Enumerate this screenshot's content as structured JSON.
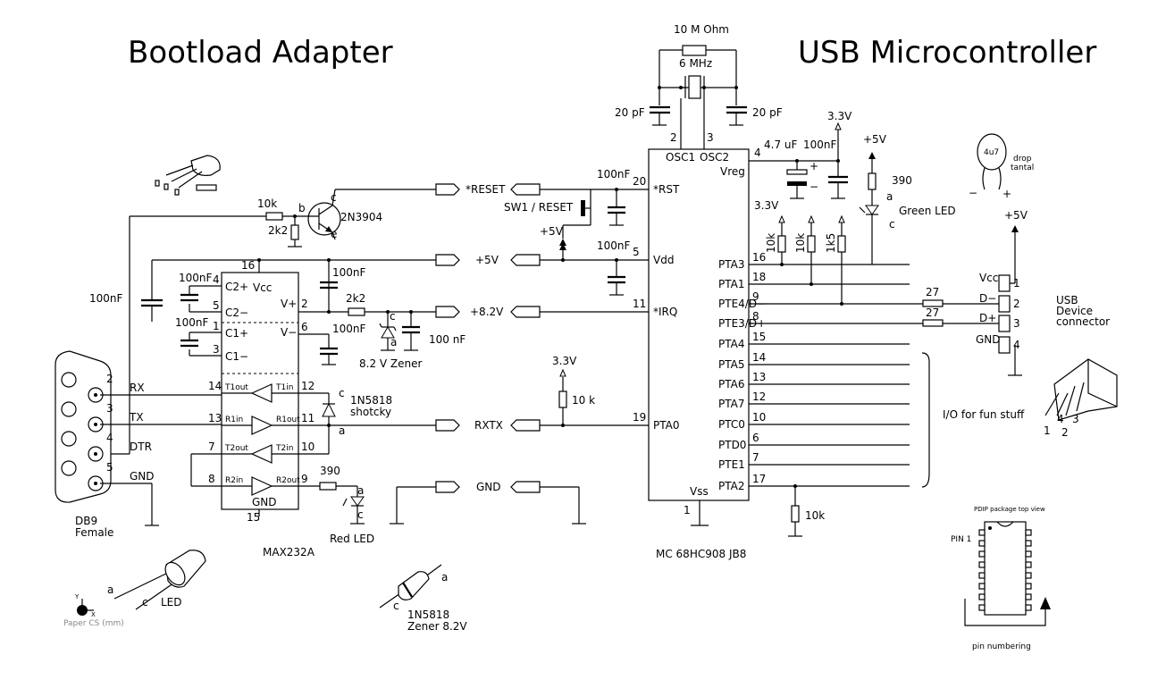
{
  "titles": {
    "left": "Bootload Adapter",
    "right": "USB Microcontroller"
  },
  "mcu": {
    "name": "MC 68HC908 JB8",
    "pins_left": [
      {
        "num": "20",
        "name": "*RST"
      },
      {
        "num": "5",
        "name": "Vdd"
      },
      {
        "num": "11",
        "name": "*IRQ"
      },
      {
        "num": "19",
        "name": "PTA0"
      }
    ],
    "pins_top": [
      {
        "num": "2",
        "name": "OSC1"
      },
      {
        "num": "3",
        "name": "OSC2"
      }
    ],
    "pin_vreg": {
      "num": "4",
      "name": "Vreg"
    },
    "pin_vss": {
      "num": "1",
      "name": "Vss"
    },
    "pins_right": [
      {
        "num": "16",
        "name": "PTA3"
      },
      {
        "num": "18",
        "name": "PTA1"
      },
      {
        "num": "9",
        "name": "PTE4/D−"
      },
      {
        "num": "8",
        "name": "PTE3/D+"
      },
      {
        "num": "15",
        "name": "PTA4"
      },
      {
        "num": "14",
        "name": "PTA5"
      },
      {
        "num": "13",
        "name": "PTA6"
      },
      {
        "num": "12",
        "name": "PTA7"
      },
      {
        "num": "10",
        "name": "PTC0"
      },
      {
        "num": "6",
        "name": "PTD0"
      },
      {
        "num": "7",
        "name": "PTE1"
      },
      {
        "num": "17",
        "name": "PTA2"
      }
    ]
  },
  "max232": {
    "name": "MAX232A",
    "vcc_pin": "16",
    "vcc": "Vcc",
    "gnd_pin": "15",
    "gnd": "GND",
    "cap_pins": [
      {
        "num": "4",
        "name": "C2+"
      },
      {
        "num": "5",
        "name": "C2−"
      },
      {
        "num": "1",
        "name": "C1+"
      },
      {
        "num": "3",
        "name": "C1−"
      }
    ],
    "vplus": {
      "num": "2",
      "name": "V+"
    },
    "vminus": {
      "num": "6",
      "name": "V−"
    },
    "drivers": [
      {
        "in_num": "14",
        "in_name": "T1out",
        "out_num": "12",
        "out_name": "T1in"
      },
      {
        "in_num": "13",
        "in_name": "R1in",
        "out_num": "11",
        "out_name": "R1out"
      },
      {
        "in_num": "7",
        "in_name": "T2out",
        "out_num": "10",
        "out_name": "T2in"
      },
      {
        "in_num": "8",
        "in_name": "R2in",
        "out_num": "9",
        "out_name": "R2out"
      }
    ]
  },
  "db9": {
    "label1": "DB9",
    "label2": "Female",
    "pins": [
      {
        "num": "2",
        "name": "RX"
      },
      {
        "num": "3",
        "name": "TX"
      },
      {
        "num": "4",
        "name": "DTR"
      },
      {
        "num": "5",
        "name": "GND"
      }
    ]
  },
  "nets": {
    "reset": "*RESET",
    "v5": "+5V",
    "v82": "+8.2V",
    "rxtx": "RXTX",
    "gnd": "GND"
  },
  "parts": {
    "r_10m": "10 M Ohm",
    "crystal": "6 MHz",
    "c20a": "20 pF",
    "c20b": "20 pF",
    "c47": "4.7 uF",
    "c100_vreg": "100nF",
    "v33_vreg": "3.3V",
    "v5_led": "+5V",
    "r390_green": "390",
    "green_led": "Green LED",
    "led_a": "a",
    "led_c": "c",
    "c100_rst": "100nF",
    "sw1": "SW1 / RESET",
    "v5_rst": "+5V",
    "c100_vdd": "100nF",
    "v33_pullups": "3.3V",
    "r10k_a": "10k",
    "r10k_b": "10k",
    "r1k5": "1k5",
    "r10k_base": "10k",
    "r2k2_base": "2k2",
    "transistor": "2N3904",
    "tr_b": "b",
    "tr_c": "c",
    "tr_e": "e",
    "c100_dtr": "100nF",
    "c100_c2": "100nF",
    "c100_c1": "100nF",
    "c100_vplus": "100nF",
    "c100_vminus": "100nF",
    "r2k2_zener": "2k2",
    "zener_label": "8.2 V Zener",
    "zener_c": "c",
    "zener_a": "a",
    "c100_82": "100 nF",
    "schottky": "1N5818",
    "schottky2": "shotcky",
    "sch_c": "c",
    "sch_a": "a",
    "v33_pta0": "3.3V",
    "r10k_pta0": "10 k",
    "r390_red": "390",
    "red_led": "Red LED",
    "red_a": "a",
    "red_c": "c",
    "r10k_pta2": "10k",
    "r27a": "27",
    "r27b": "27",
    "v5_usb": "+5V",
    "io_fun": "I/O for fun stuff",
    "tantal_val": "4u7",
    "tantal1": "drop",
    "tantal2": "tantal"
  },
  "usb": {
    "title1": "USB",
    "title2": "Device",
    "title3": "connector",
    "pins": [
      {
        "num": "1",
        "name": "Vcc"
      },
      {
        "num": "2",
        "name": "D−"
      },
      {
        "num": "3",
        "name": "D+"
      },
      {
        "num": "4",
        "name": "GND"
      }
    ],
    "fig_pins": [
      "4",
      "3",
      "1",
      "2"
    ]
  },
  "sketches": {
    "led_a": "a",
    "led_c": "c",
    "led_label": "LED",
    "diode_a": "a",
    "diode_c": "c",
    "diode_l1": "1N5818",
    "diode_l2": "Zener 8.2V",
    "pdip_title": "PDIP package top view",
    "pdip_pin1": "PIN 1",
    "pdip_numbering": "pin numbering",
    "paper_cs": "Paper CS (mm)",
    "cs_y": "Y",
    "cs_x": "X"
  }
}
